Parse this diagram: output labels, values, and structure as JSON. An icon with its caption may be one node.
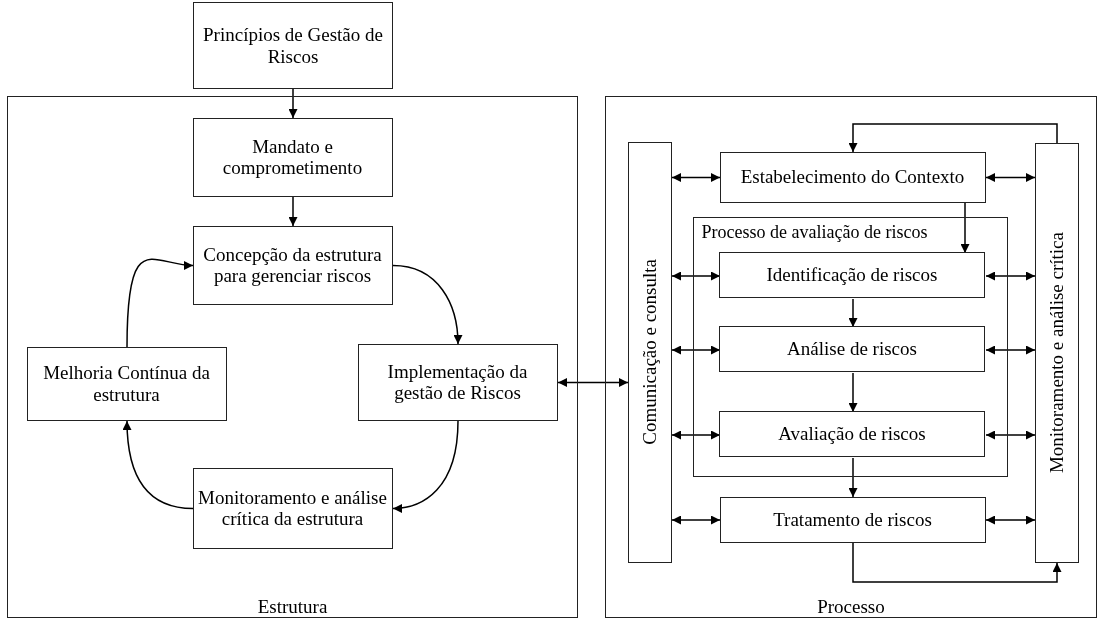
{
  "diagram": {
    "nodes": [
      {
        "text": [
          "Princípios de Gestão de Riscos"
        ]
      },
      {
        "text": [
          "Estrutura"
        ]
      },
      {
        "text": [
          "Mandato e comprometimento"
        ],
        "in": 1
      },
      {
        "text": [
          "Concepção da estrutura para gerenciar riscos"
        ],
        "in": 1
      },
      {
        "text": [
          "Melhoria Contínua da estrutura"
        ],
        "in": 1
      },
      {
        "text": [
          "Implementação da gestão de Riscos"
        ],
        "in": 1
      },
      {
        "text": [
          "Monitoramento e análise crítica da estrutura"
        ],
        "in": 1
      },
      {
        "text": [
          "Processo"
        ]
      },
      {
        "text": [
          "Comunicação e consulta"
        ],
        "in": 7
      },
      {
        "text": [
          "Estabelecimento do Contexto"
        ],
        "in": 7
      },
      {
        "text": [
          "Processo de avaliação de riscos"
        ],
        "in": 7
      },
      {
        "text": [
          "Identificação de riscos"
        ],
        "in": 10
      },
      {
        "text": [
          "Análise de riscos"
        ],
        "in": 10
      },
      {
        "text": [
          "Avaliação de riscos"
        ],
        "in": 10
      },
      {
        "text": [
          "Tratamento de riscos"
        ],
        "in": 7
      },
      {
        "text": [
          "Monitoramento e análise crítica"
        ],
        "in": 7
      }
    ],
    "edges": [
      {
        "from": 0,
        "to": 2,
        "arrow": "to"
      },
      {
        "from": 2,
        "to": 3,
        "arrow": "to"
      },
      {
        "from": 3,
        "to": 5,
        "arrow": "to"
      },
      {
        "from": 5,
        "to": 6,
        "arrow": "to"
      },
      {
        "from": 6,
        "to": 4,
        "arrow": "to"
      },
      {
        "from": 4,
        "to": 3,
        "arrow": "to"
      },
      {
        "from": 5,
        "to": 8,
        "arrow": "both"
      },
      {
        "from": 8,
        "to": 9,
        "arrow": "both"
      },
      {
        "from": 8,
        "to": 11,
        "arrow": "both"
      },
      {
        "from": 8,
        "to": 12,
        "arrow": "both"
      },
      {
        "from": 8,
        "to": 13,
        "arrow": "both"
      },
      {
        "from": 8,
        "to": 14,
        "arrow": "both"
      },
      {
        "from": 9,
        "to": 15,
        "arrow": "both"
      },
      {
        "from": 11,
        "to": 15,
        "arrow": "both"
      },
      {
        "from": 12,
        "to": 15,
        "arrow": "both"
      },
      {
        "from": 13,
        "to": 15,
        "arrow": "both"
      },
      {
        "from": 14,
        "to": 15,
        "arrow": "both"
      },
      {
        "from": 9,
        "to": 11,
        "arrow": "to"
      },
      {
        "from": 11,
        "to": 12,
        "arrow": "to"
      },
      {
        "from": 12,
        "to": 13,
        "arrow": "to"
      },
      {
        "from": 13,
        "to": 14,
        "arrow": "to"
      },
      {
        "from": 14,
        "to": 15,
        "arrow": "to"
      },
      {
        "from": 15,
        "to": 9,
        "arrow": "to"
      }
    ]
  }
}
